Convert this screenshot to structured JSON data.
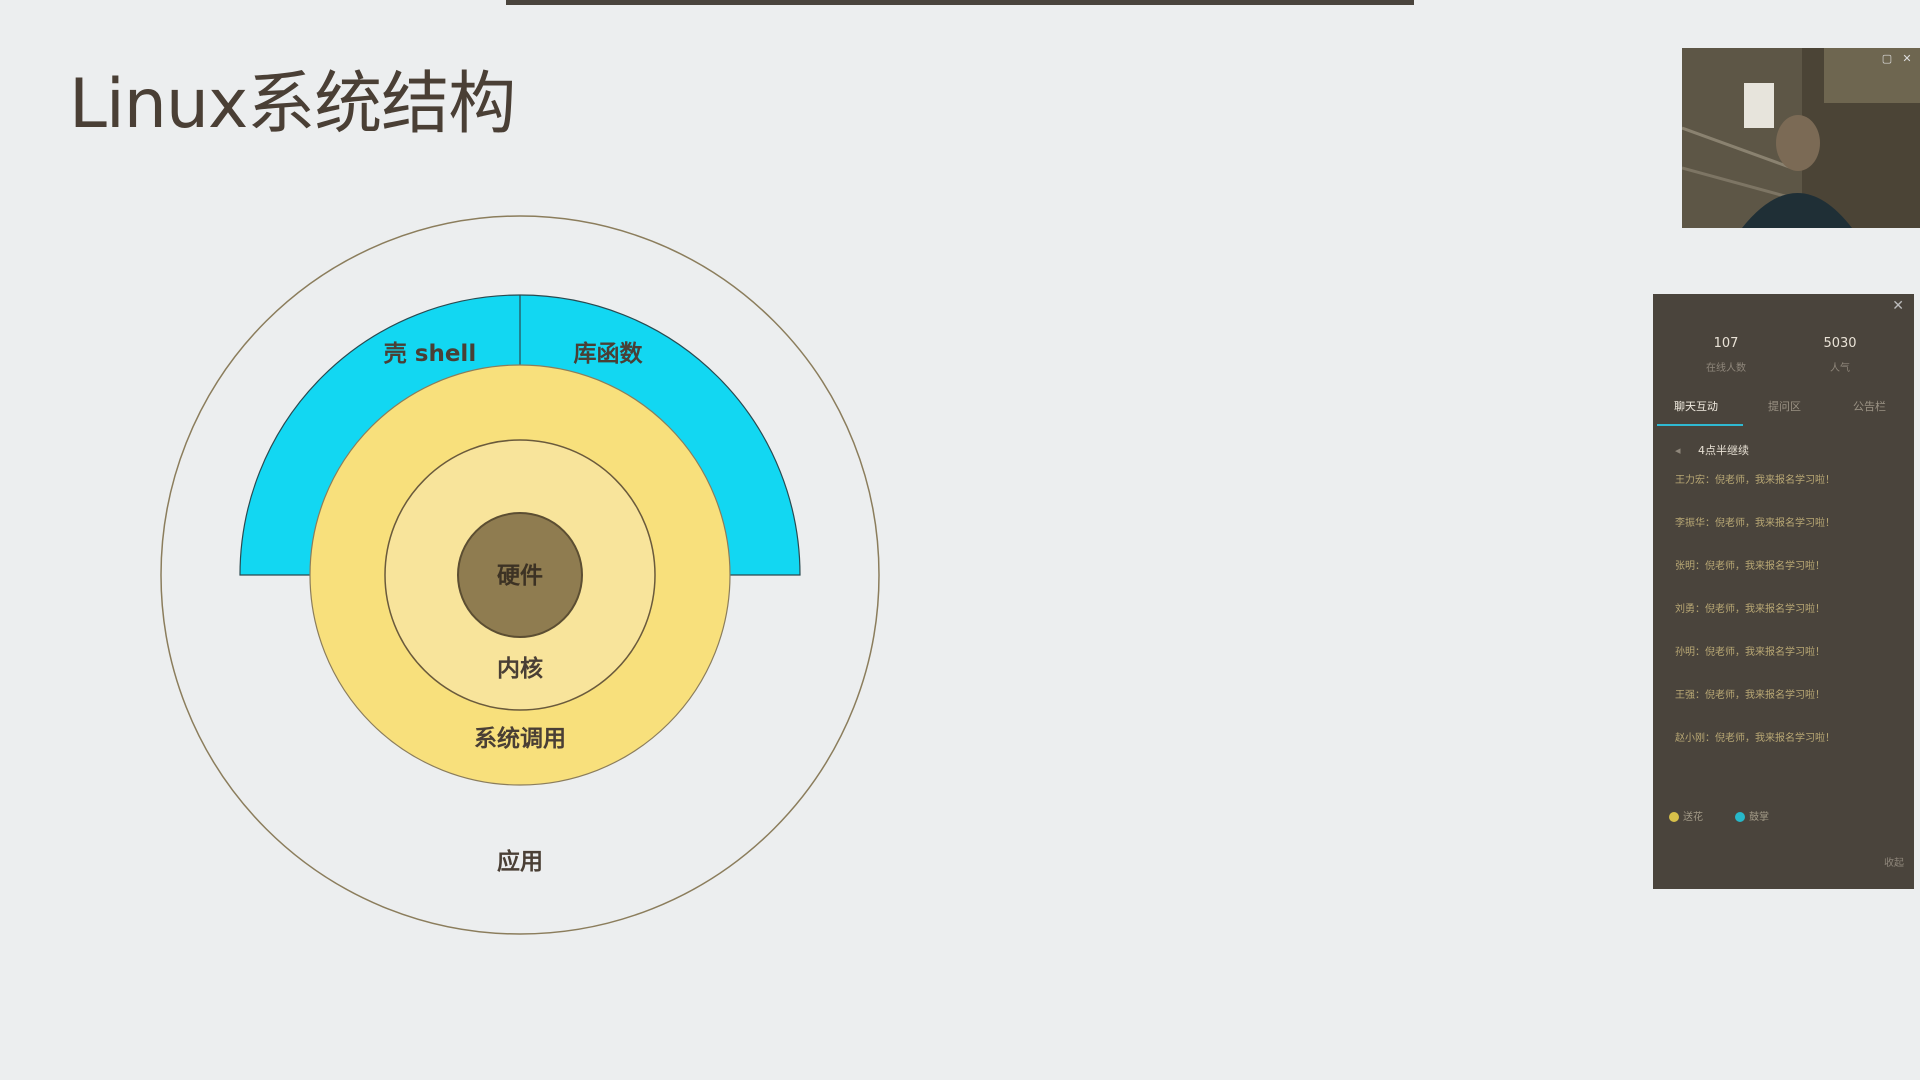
{
  "slide": {
    "title": "Linux系统结构"
  },
  "diagram": {
    "labels": {
      "shell": "壳 shell",
      "library": "库函数",
      "hardware": "硬件",
      "kernel": "内核",
      "syscall": "系统调用",
      "app": "应用"
    },
    "colors": {
      "shell_band": "#12d7f2",
      "syscall_ring": "#f8e07c",
      "kernel_ring": "#f8e49b",
      "hardware_core": "#8f7c50",
      "outline": "#6a5a3c"
    }
  },
  "chat_panel": {
    "close_icon": "close-icon",
    "stats": [
      {
        "value": "107",
        "label": "在线人数"
      },
      {
        "value": "5030",
        "label": "人气"
      }
    ],
    "tabs": [
      {
        "label": "聊天互动",
        "active": true
      },
      {
        "label": "提问区",
        "active": false
      },
      {
        "label": "公告栏",
        "active": false
      }
    ],
    "notice": "4点半继续",
    "messages": [
      "王力宏：倪老师，我来报名学习啦！",
      "李振华：倪老师，我来报名学习啦！",
      "张明：倪老师，我来报名学习啦！",
      "刘勇：倪老师，我来报名学习啦！",
      "孙明：倪老师，我来报名学习啦！",
      "王强：倪老师，我来报名学习啦！",
      "赵小刚：倪老师，我来报名学习啦！"
    ],
    "reactions": [
      {
        "label": "送花",
        "color": "#d7c04a"
      },
      {
        "label": "鼓掌",
        "color": "#27b8c9"
      }
    ],
    "footer": "收起"
  }
}
